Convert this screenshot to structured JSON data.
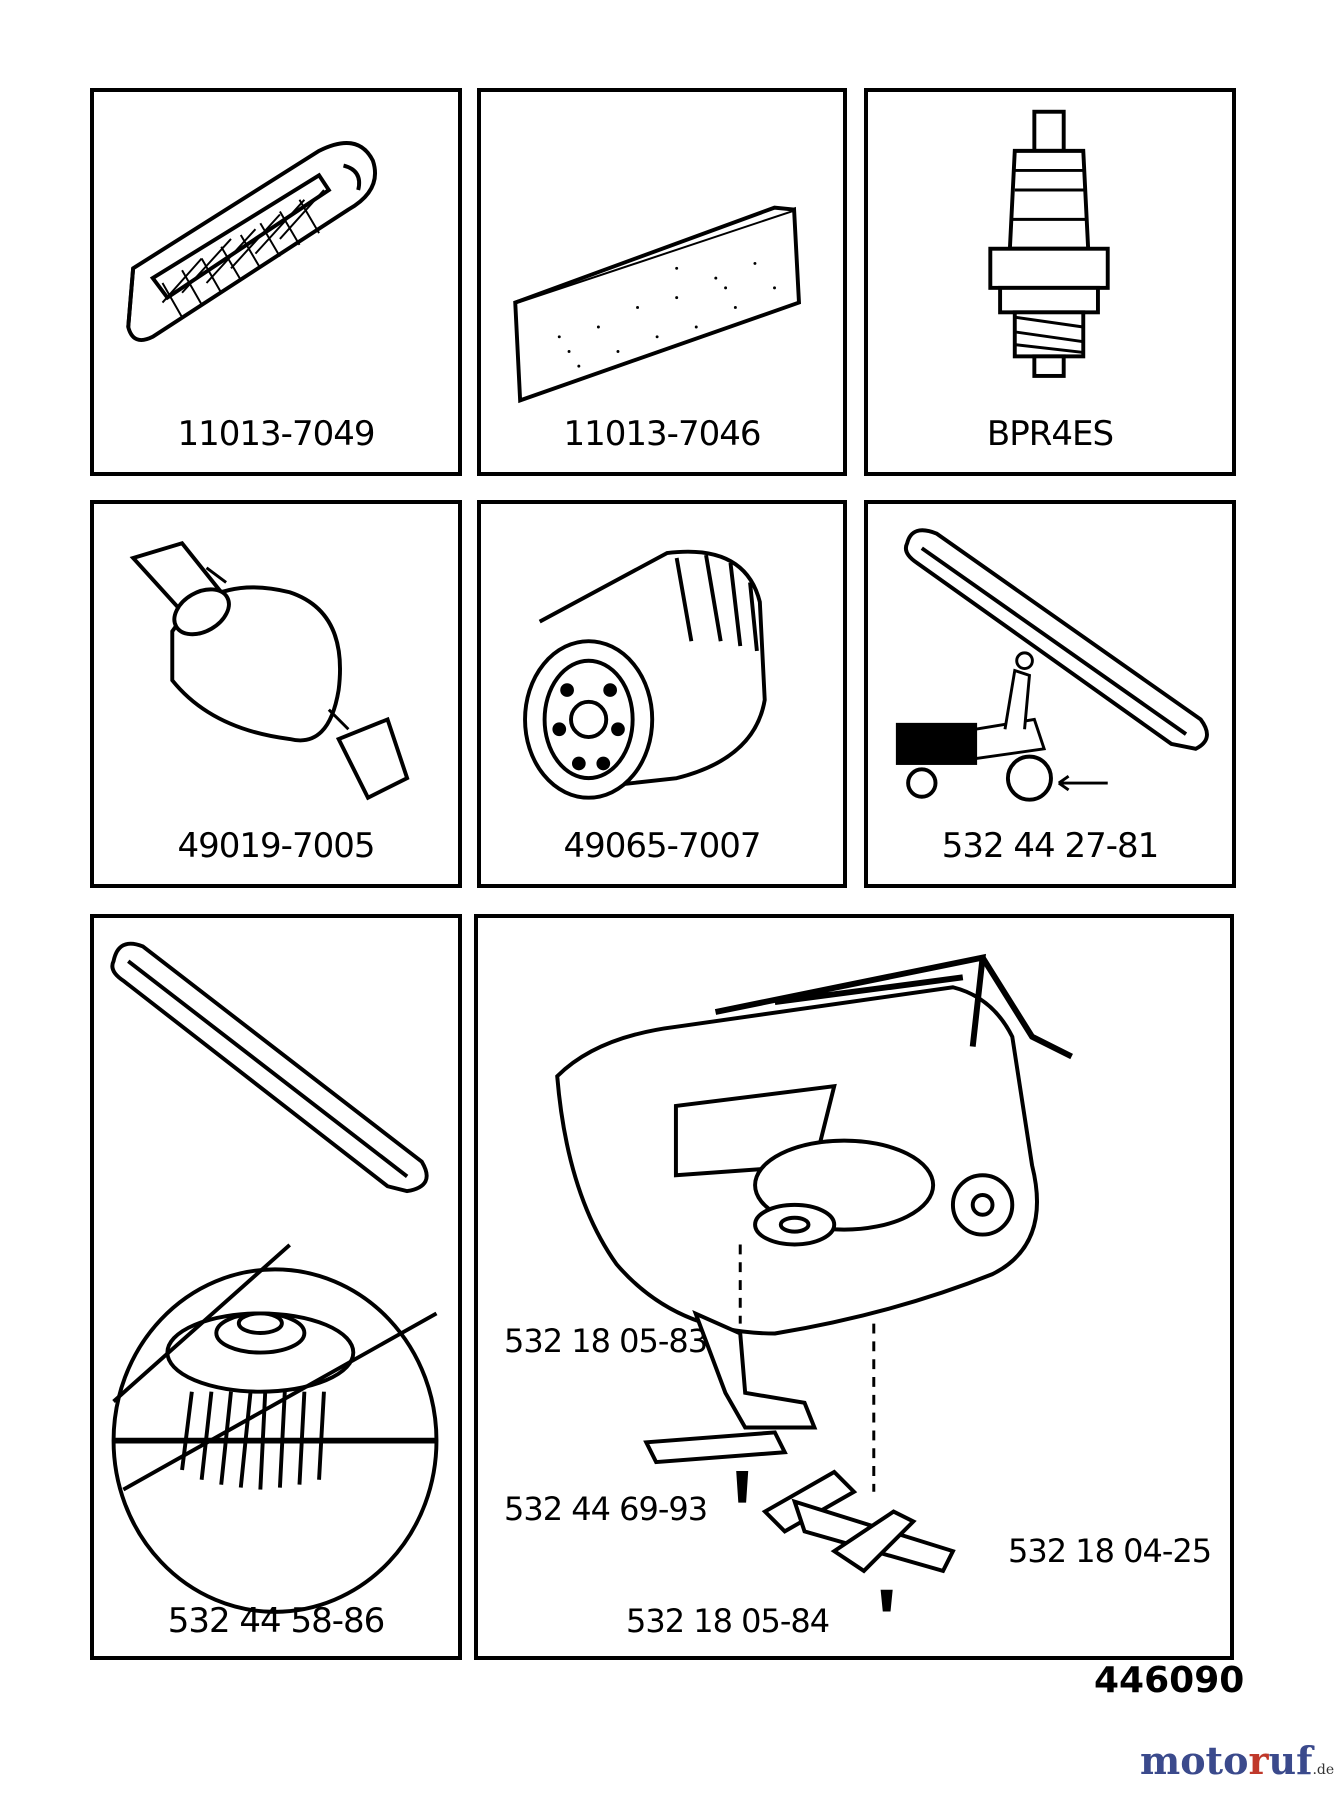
{
  "parts": [
    {
      "id": "air-filter",
      "part_number": "11013-7049"
    },
    {
      "id": "pre-filter",
      "part_number": "11013-7046"
    },
    {
      "id": "spark-plug",
      "part_number": "BPR4ES"
    },
    {
      "id": "fuel-filter",
      "part_number": "49019-7005"
    },
    {
      "id": "oil-filter",
      "part_number": "49065-7007"
    },
    {
      "id": "drive-belt",
      "part_number": "532 44 27-81"
    },
    {
      "id": "deck-belt-pulley",
      "part_number": "532 44 58-86"
    }
  ],
  "deck_assembly": {
    "labels": {
      "blade_left": "532 18 05-83",
      "blade_adapter": "532 44 69-93",
      "blade_right": "532 18 04-25",
      "blade_center": "532 18 05-84"
    }
  },
  "diagram_id": "446090",
  "watermark": {
    "brand": "moto",
    "brand_r": "r",
    "brand_end": "uf",
    "tld": ".de"
  }
}
